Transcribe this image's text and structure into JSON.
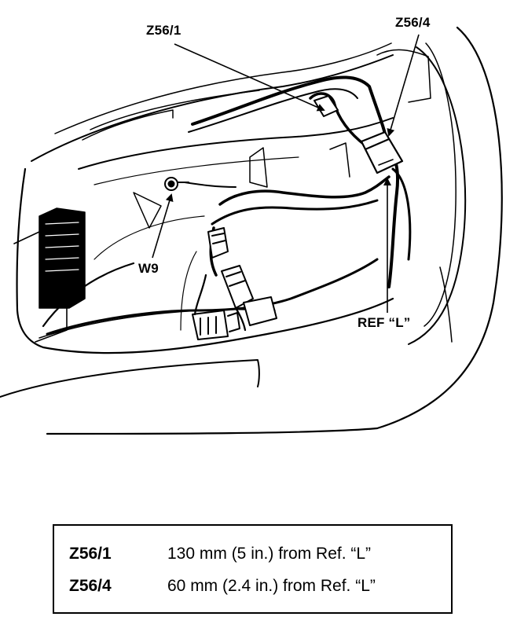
{
  "callouts": {
    "z56_1": "Z56/1",
    "z56_4": "Z56/4",
    "w9": "W9",
    "ref_l": "REF “L”"
  },
  "legend": {
    "rows": [
      {
        "code": "Z56/1",
        "description": "130 mm (5 in.) from Ref. “L”"
      },
      {
        "code": "Z56/4",
        "description": "60 mm (2.4 in.) from Ref. “L”"
      }
    ]
  },
  "colors": {
    "ink": "#000000",
    "paper": "#ffffff"
  }
}
